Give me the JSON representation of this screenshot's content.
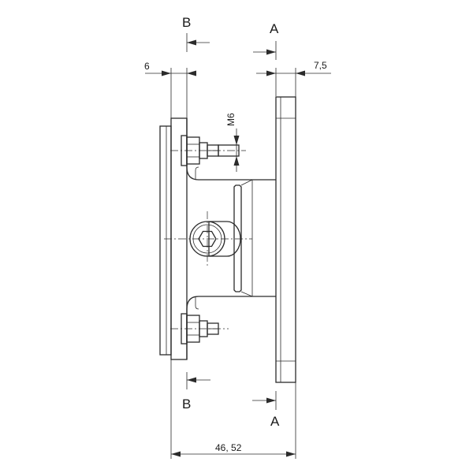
{
  "labels": {
    "section_b_top": "B",
    "section_a_top": "A",
    "section_b_bottom": "B",
    "section_a_bottom": "A",
    "dim_left": "6",
    "dim_right": "7,5",
    "dim_thread": "M6",
    "dim_total": "46, 52"
  }
}
